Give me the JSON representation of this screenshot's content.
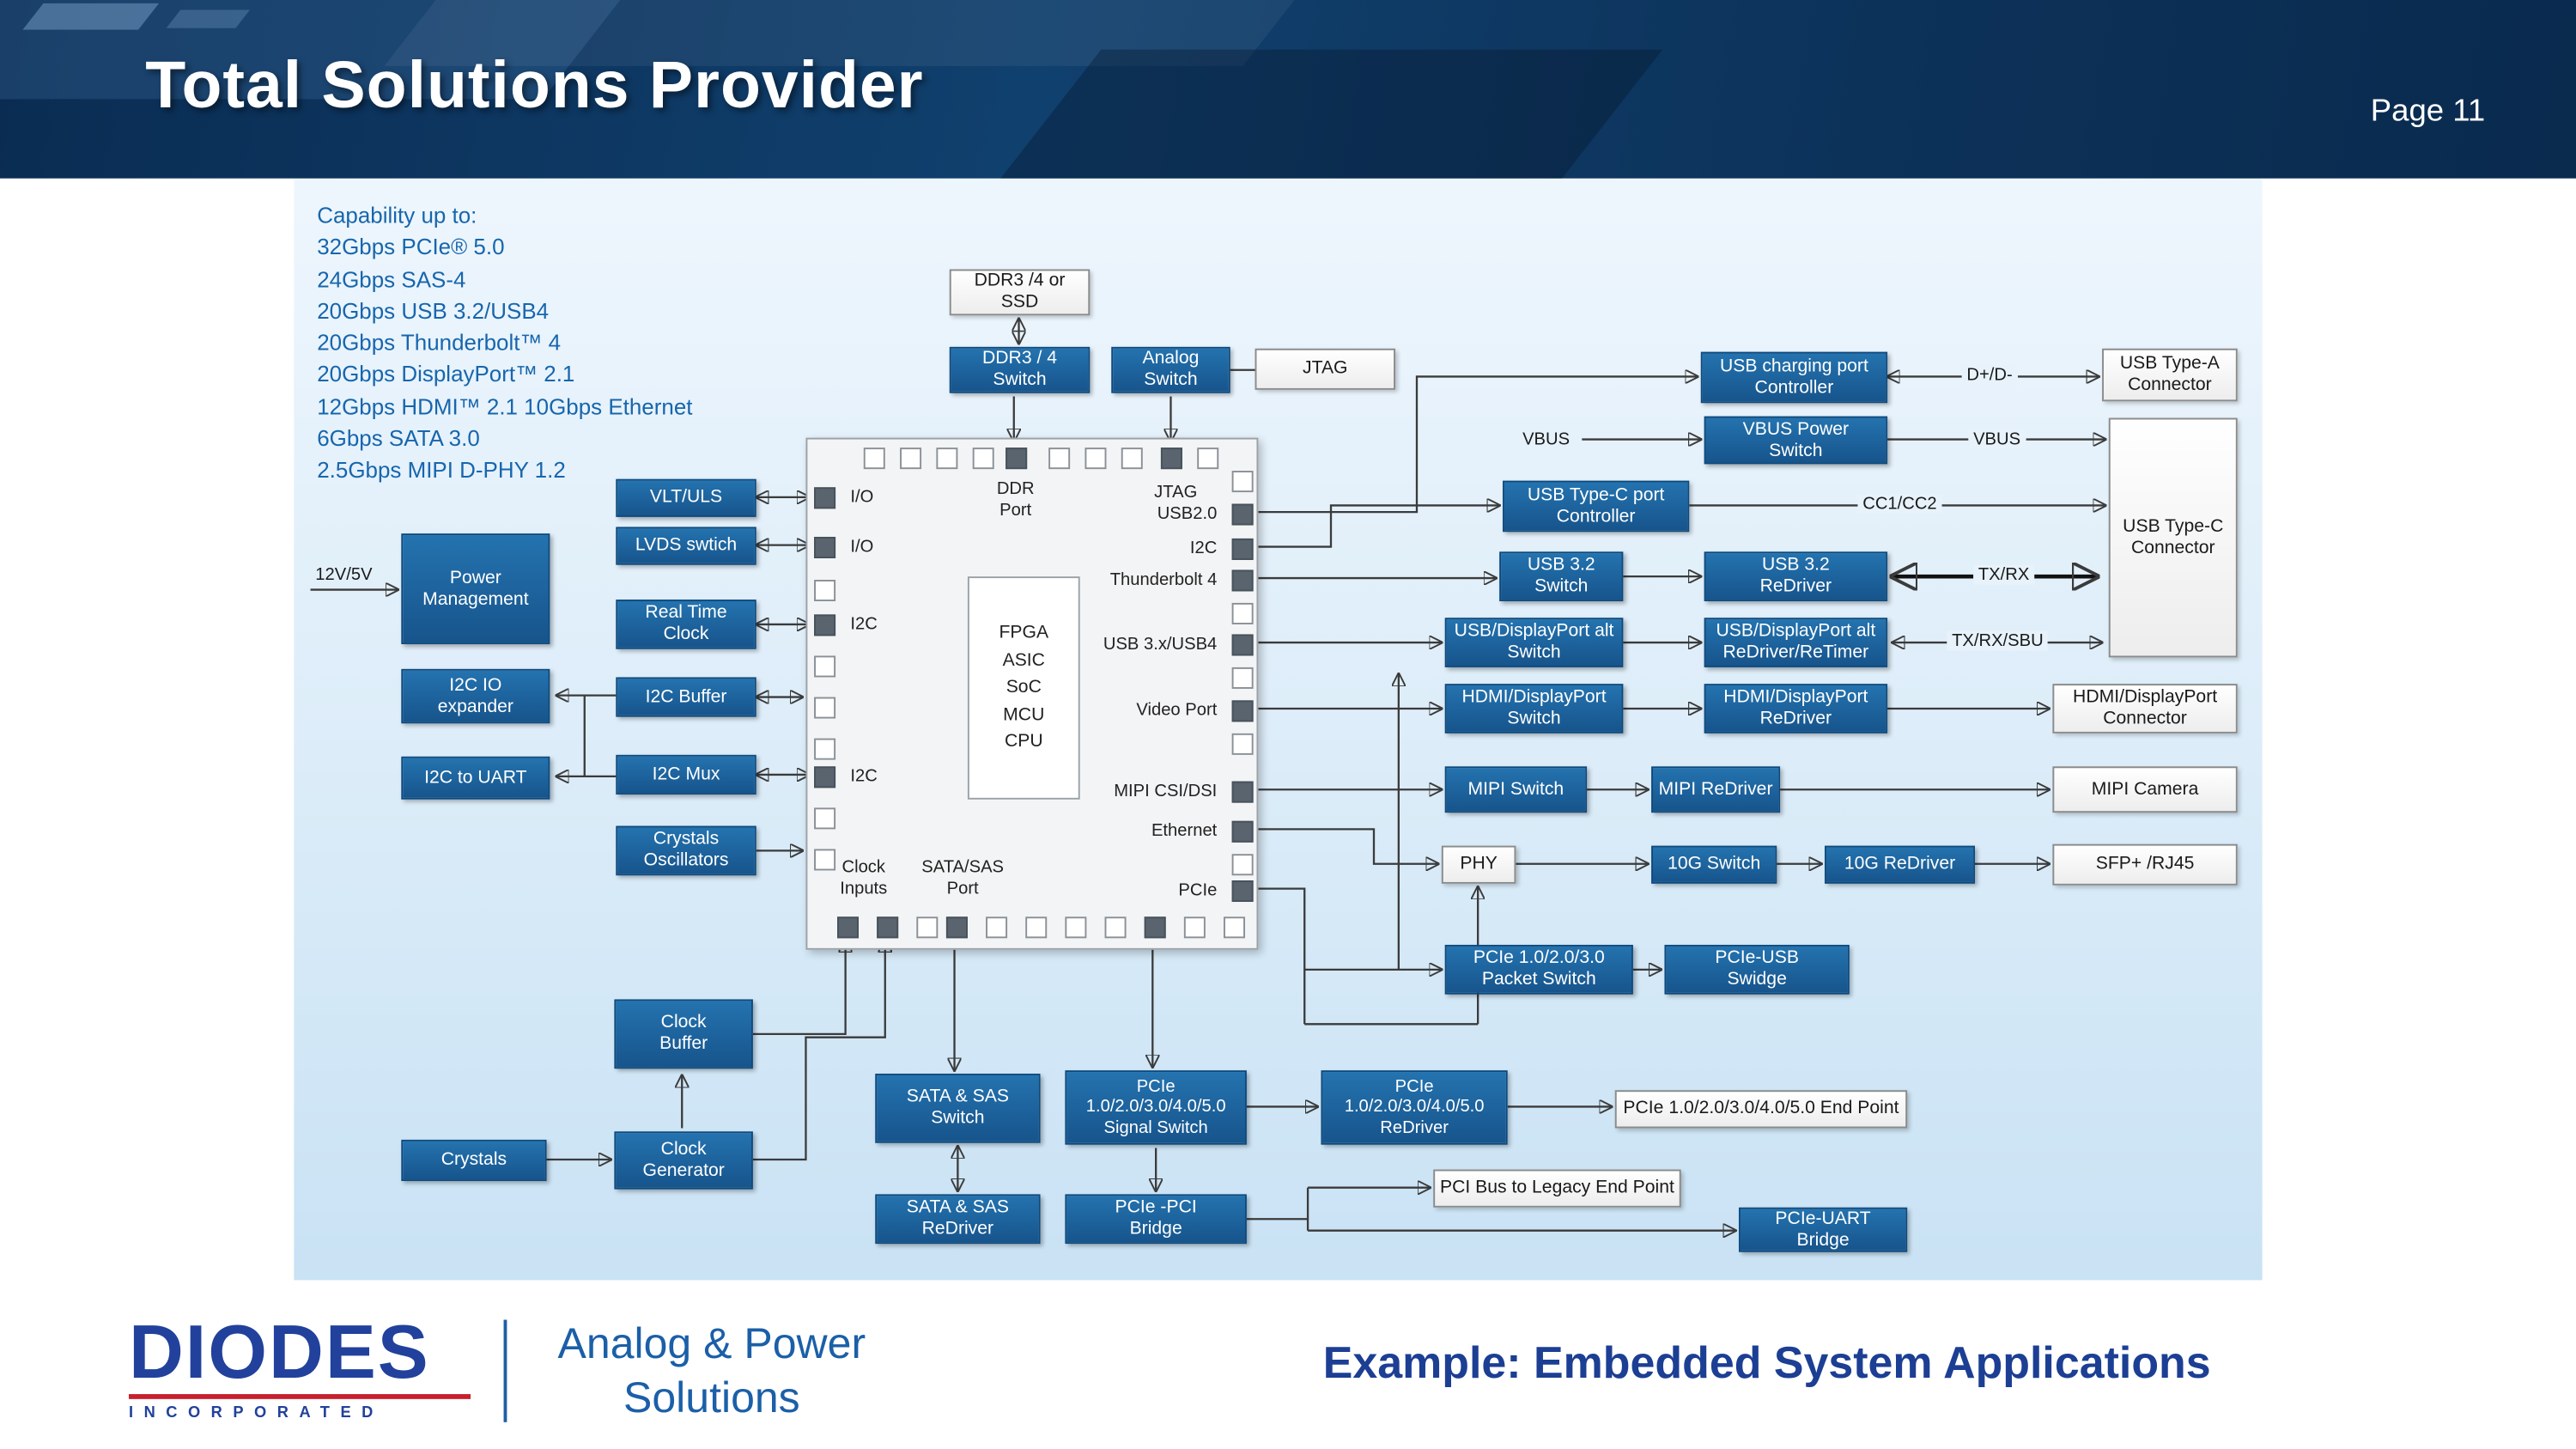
{
  "header": {
    "title": "Total Solutions Provider",
    "page": "Page 11"
  },
  "capabilities": [
    "Capability up to:",
    "32Gbps PCIe® 5.0",
    "24Gbps SAS-4",
    "20Gbps USB 3.2/USB4",
    "20Gbps Thunderbolt™ 4",
    "20Gbps DisplayPort™ 2.1",
    "12Gbps HDMI™ 2.1 10Gbps Ethernet",
    "6Gbps SATA 3.0",
    "2.5Gbps MIPI D-PHY 1.2"
  ],
  "chip": {
    "core": [
      "FPGA",
      "ASIC",
      "SoC",
      "MCU",
      "CPU"
    ],
    "ports": {
      "ddr": "DDR\nPort",
      "jtag": "JTAG",
      "io1": "I/O",
      "io2": "I/O",
      "i2c_l1": "I2C",
      "i2c_l2": "I2C",
      "usb20": "USB2.0",
      "i2c_r": "I2C",
      "tb4": "Thunderbolt 4",
      "usb3x": "USB 3.x/USB4",
      "video": "Video Port",
      "mipi": "MIPI CSI/DSI",
      "eth": "Ethernet",
      "pcie": "PCIe",
      "clock": "Clock\nInputs",
      "sata": "SATA/SAS\nPort"
    }
  },
  "boxes": {
    "power_management": "Power\nManagement",
    "i2c_io_expander": "I2C IO\nexpander",
    "i2c_to_uart": "I2C to UART",
    "crystals": "Crystals",
    "vlt_uls": "VLT/ULS",
    "lvds_switch": "LVDS swtich",
    "real_time_clock": "Real Time\nClock",
    "i2c_buffer": "I2C Buffer",
    "i2c_mux": "I2C Mux",
    "crystals_oscillators": "Crystals\nOscillators",
    "clock_buffer": "Clock\nBuffer",
    "clock_generator": "Clock\nGenerator",
    "ddr3_ssd": "DDR3 /4 or\nSSD",
    "ddr3_switch": "DDR3 / 4\nSwitch",
    "analog_switch": "Analog\nSwitch",
    "jtag": "JTAG",
    "usb_charging": "USB charging port\nController",
    "vbus_power": "VBUS Power\nSwitch",
    "usbc_port_controller": "USB Type-C port\nController",
    "usb32_switch": "USB 3.2\nSwitch",
    "usb32_redriver": "USB 3.2\nReDriver",
    "usbdp_alt_switch": "USB/DisplayPort alt\nSwitch",
    "usbdp_alt_redriver": "USB/DisplayPort alt\nReDriver/ReTimer",
    "hdmi_dp_switch": "HDMI/DisplayPort\nSwitch",
    "hdmi_dp_redriver": "HDMI/DisplayPort\nReDriver",
    "mipi_switch": "MIPI Switch",
    "mipi_redriver": "MIPI ReDriver",
    "phy": "PHY",
    "g10_switch": "10G Switch",
    "g10_redriver": "10G ReDriver",
    "pcie_packet_switch": "PCIe 1.0/2.0/3.0\nPacket Switch",
    "pcie_usb_swidge": "PCIe-USB\nSwidge",
    "usb_a_connector": "USB Type-A\nConnector",
    "usb_c_connector": "USB Type-C\nConnector",
    "hdmi_dp_connector": "HDMI/DisplayPort\nConnector",
    "mipi_camera": "MIPI Camera",
    "sfp_rj45": "SFP+ /RJ45",
    "sata_sas_switch": "SATA & SAS\nSwitch",
    "pcie_signal_switch": "PCIe\n1.0/2.0/3.0/4.0/5.0\nSignal Switch",
    "pcie_redriver": "PCIe\n1.0/2.0/3.0/4.0/5.0\nReDriver",
    "pcie_end_point": "PCIe 1.0/2.0/3.0/4.0/5.0 End Point",
    "sata_sas_redriver": "SATA & SAS\nReDriver",
    "pcie_pci_bridge": "PCIe -PCI\nBridge",
    "pci_legacy_end_point": "PCI Bus to Legacy End Point",
    "pcie_uart_bridge": "PCIe-UART\nBridge"
  },
  "signals": {
    "supply": "12V/5V",
    "vbus_in": "VBUS",
    "vbus_out": "VBUS",
    "dp_dm": "D+/D-",
    "cc": "CC1/CC2",
    "txrx": "TX/RX",
    "txrx_sbu": "TX/RX/SBU"
  },
  "footer": {
    "logo": "DIODES",
    "logo_sub": "INCORPORATED",
    "tagline": [
      "Analog & Power",
      "Solutions"
    ],
    "example": "Example: Embedded System Applications"
  }
}
